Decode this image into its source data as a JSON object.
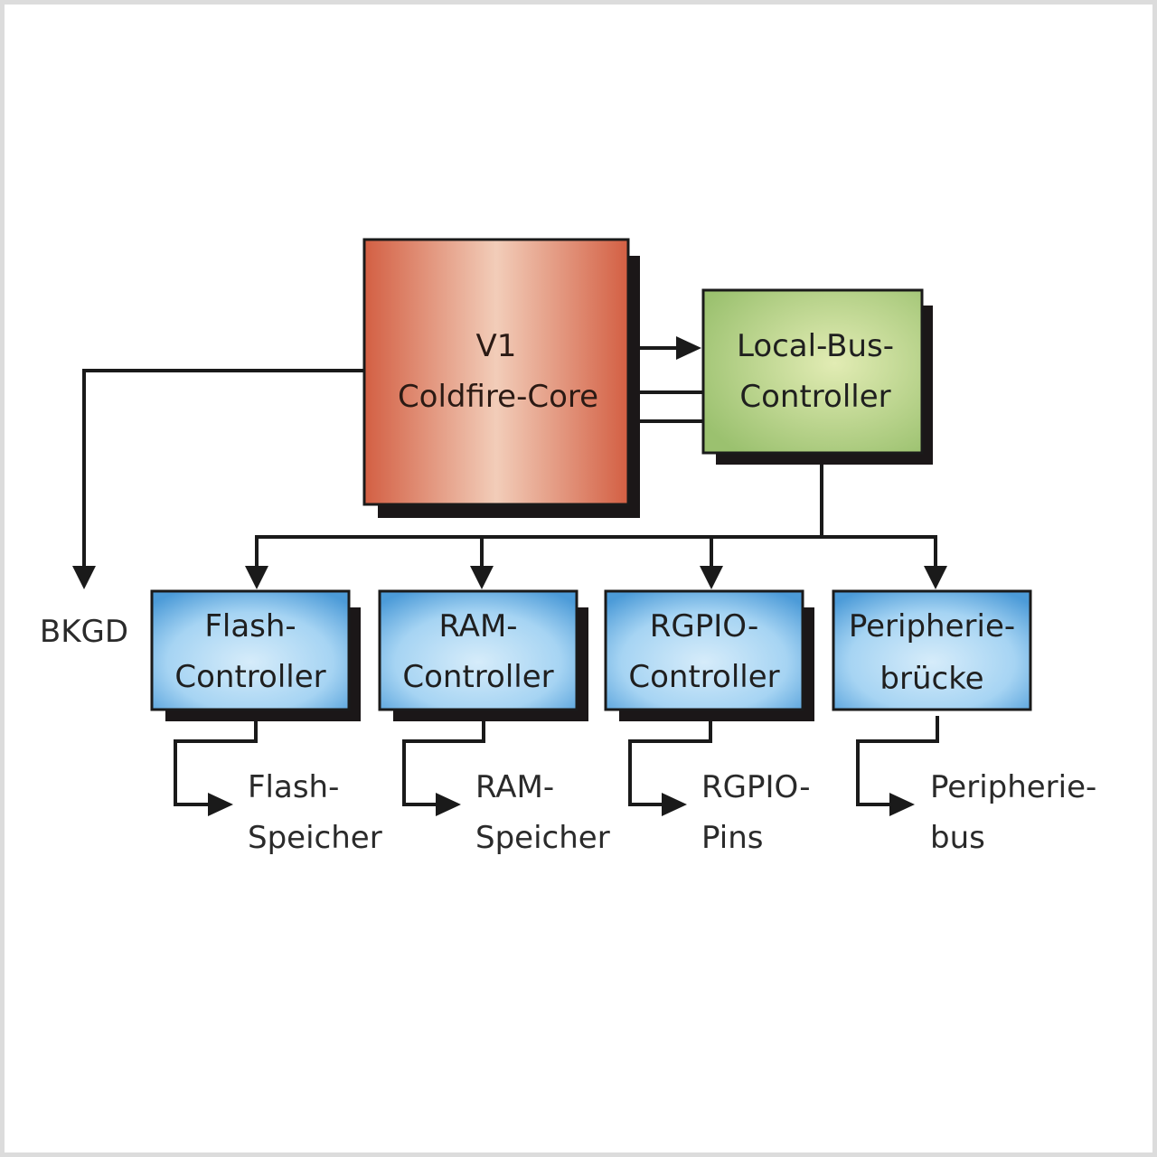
{
  "diagram": {
    "core": {
      "lines": [
        "V1",
        "Coldfire-Core"
      ],
      "color": "#d4664a"
    },
    "local_bus": {
      "lines": [
        "Local-Bus-",
        "Controller"
      ],
      "color": "#a8c87c"
    },
    "debug_output": {
      "label": "BKGD"
    },
    "controllers": [
      {
        "lines": [
          "Flash-",
          "Controller"
        ],
        "output": [
          "Flash-",
          "Speicher"
        ]
      },
      {
        "lines": [
          "RAM-",
          "Controller"
        ],
        "output": [
          "RAM-",
          "Speicher"
        ]
      },
      {
        "lines": [
          "RGPIO-",
          "Controller"
        ],
        "output": [
          "RGPIO-",
          "Pins"
        ]
      },
      {
        "lines": [
          "Peripherie-",
          "brücke"
        ],
        "output": [
          "Peripherie-",
          "bus"
        ]
      }
    ],
    "controller_color": "#5aa6e0",
    "frame_color": "#dcdcdc"
  }
}
